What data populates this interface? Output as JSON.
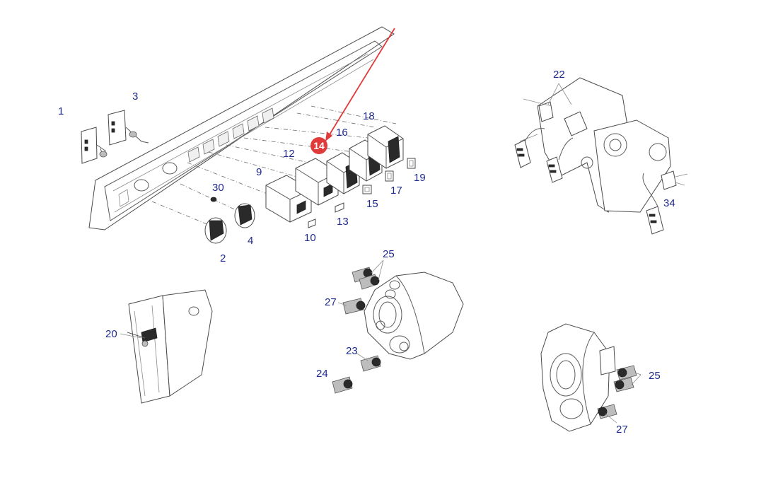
{
  "labels": [
    {
      "id": "1",
      "text": "1"
    },
    {
      "id": "2",
      "text": "2"
    },
    {
      "id": "3",
      "text": "3"
    },
    {
      "id": "4",
      "text": "4"
    },
    {
      "id": "9",
      "text": "9"
    },
    {
      "id": "10",
      "text": "10"
    },
    {
      "id": "12",
      "text": "12"
    },
    {
      "id": "13",
      "text": "13"
    },
    {
      "id": "15",
      "text": "15"
    },
    {
      "id": "16",
      "text": "16"
    },
    {
      "id": "17",
      "text": "17"
    },
    {
      "id": "18",
      "text": "18"
    },
    {
      "id": "19",
      "text": "19"
    },
    {
      "id": "20",
      "text": "20"
    },
    {
      "id": "22",
      "text": "22"
    },
    {
      "id": "23",
      "text": "23"
    },
    {
      "id": "24",
      "text": "24"
    },
    {
      "id": "25a",
      "text": "25"
    },
    {
      "id": "25b",
      "text": "25"
    },
    {
      "id": "27a",
      "text": "27"
    },
    {
      "id": "27b",
      "text": "27"
    },
    {
      "id": "30",
      "text": "30"
    },
    {
      "id": "34",
      "text": "34"
    }
  ],
  "highlight": {
    "text": "14",
    "color": "#e03a3a"
  },
  "colors": {
    "label": "#1f2a8c",
    "arrow": "#e03a3a",
    "line": "#4a4a4a"
  }
}
